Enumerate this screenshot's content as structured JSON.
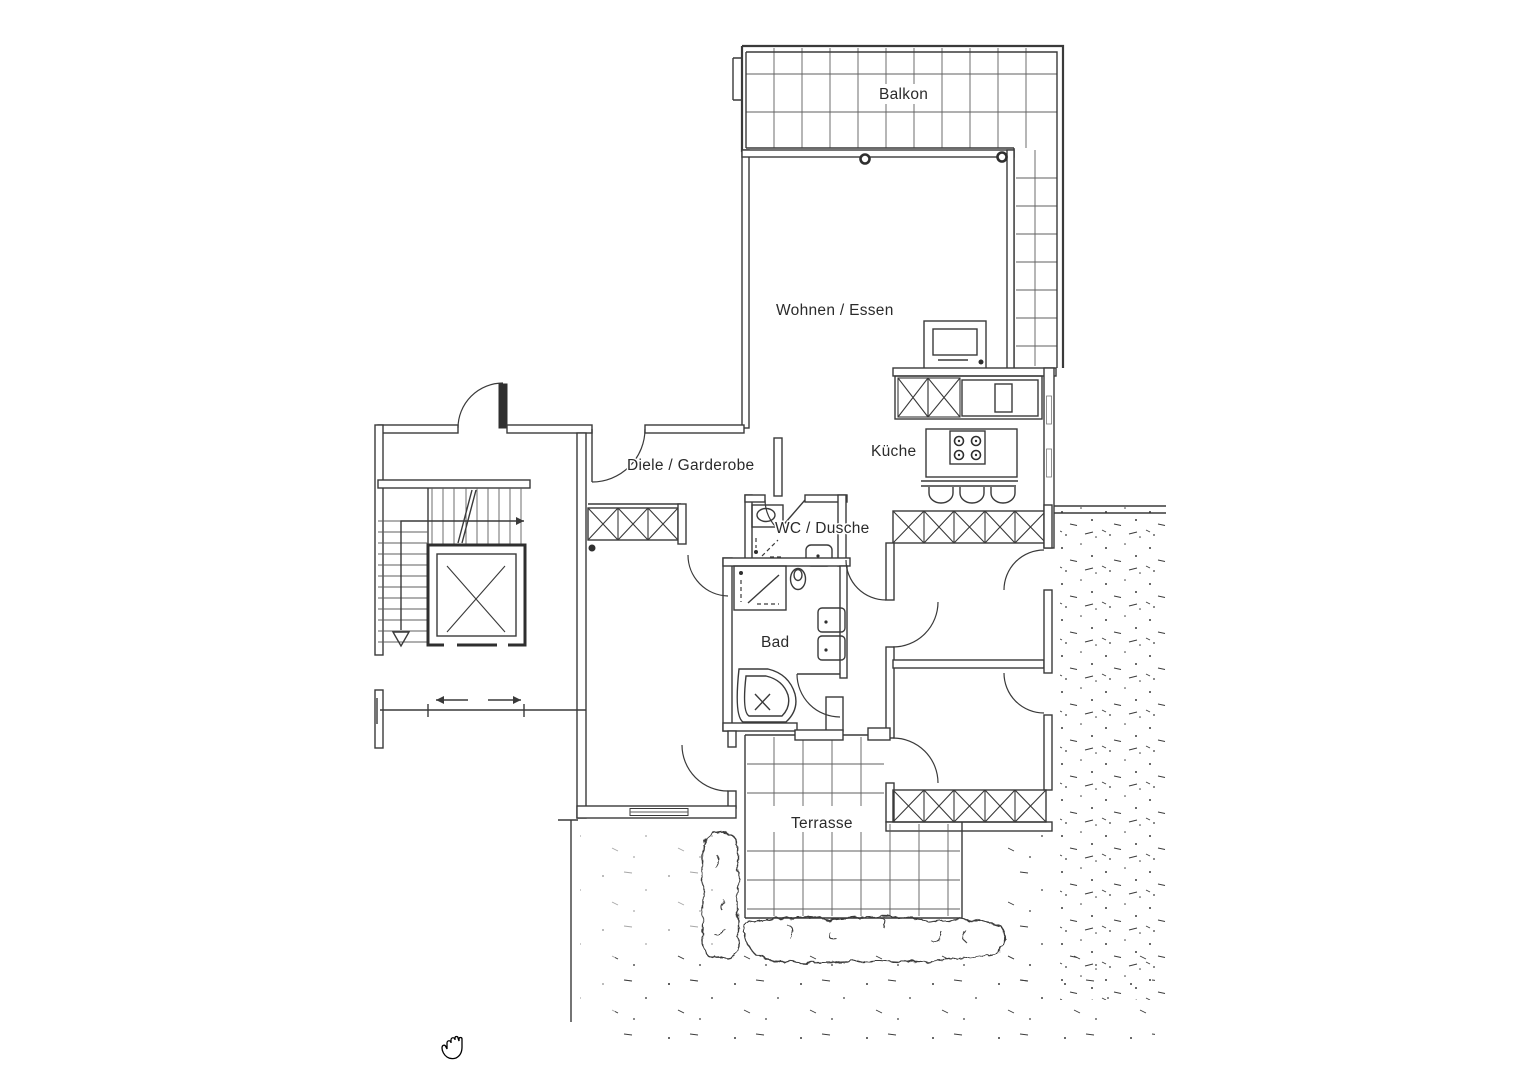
{
  "viewer": {
    "background": "#ffffff",
    "ink_color": "#3a3a3a",
    "cursor_icon": "grab-hand"
  },
  "drawing": {
    "type": "apartment-floorplan",
    "labels": [
      {
        "id": "balkon",
        "text": "Balkon"
      },
      {
        "id": "wohnen-essen",
        "text": "Wohnen / Essen"
      },
      {
        "id": "kueche",
        "text": "Küche"
      },
      {
        "id": "diele-garderobe",
        "text": "Diele / Garderobe"
      },
      {
        "id": "wc-dusche",
        "text": "WC / Dusche"
      },
      {
        "id": "bad",
        "text": "Bad"
      },
      {
        "id": "terrasse",
        "text": "Terrasse"
      }
    ]
  }
}
